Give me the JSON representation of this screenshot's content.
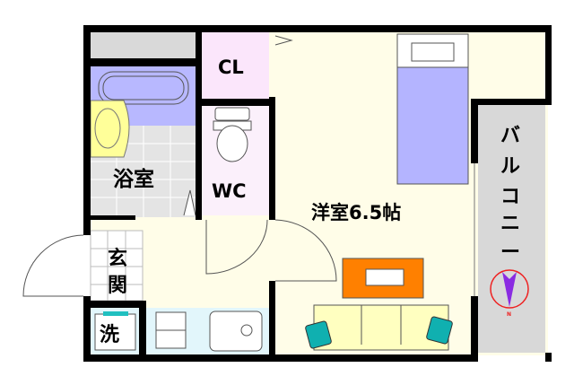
{
  "rooms": {
    "bath": "浴室",
    "closet": "CL",
    "toilet": "WC",
    "western_room": "洋室6.5帖",
    "entrance_line1": "玄",
    "entrance_line2": "関",
    "washer": "洗",
    "balcony_chars": [
      "バ",
      "ル",
      "コ",
      "ニ",
      "ー"
    ]
  },
  "compass": {
    "label": "N"
  },
  "colors": {
    "wall": "#000000",
    "room_floor": "#fffde8",
    "bath_floor": "#e4e4e4",
    "tub": "#b8b8ff",
    "closet": "#fbe6fb",
    "toilet": "#fbf0fb",
    "kitchen": "#e2f6fb",
    "balcony": "#d8d8d8",
    "bed": "#b4b4ff",
    "table": "#ff8000",
    "sofa": "#ffffc0",
    "cushion": "#10b0b0",
    "compass": "#ee2222",
    "compass_arrow": "#8a2be2"
  }
}
